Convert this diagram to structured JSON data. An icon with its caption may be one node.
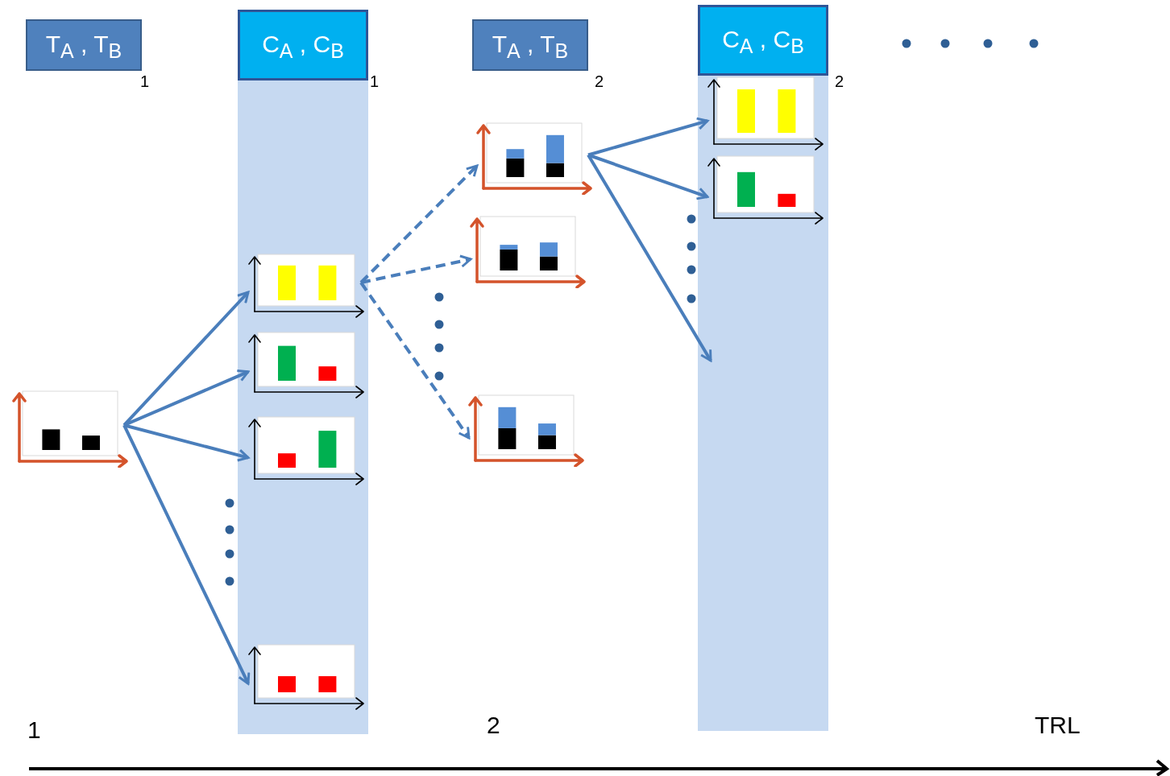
{
  "diagram": {
    "nodes": [
      {
        "text": [
          "T$_{A}$ , T$_{B}$"
        ],
        "beside": [
          "1"
        ]
      },
      {
        "text": [
          "C$_{A}$ , C$_{B}$"
        ],
        "beside": [
          "1"
        ]
      },
      {
        "text": [],
        "shape": "picture",
        "in": 1
      },
      {
        "text": [],
        "shape": "picture",
        "in": 1
      },
      {
        "text": [],
        "shape": "picture",
        "in": 1
      },
      {
        "text": [],
        "shape": "picture",
        "in": 1
      },
      {
        "text": [],
        "shape": "picture"
      },
      {
        "text": [
          "T$_{A}$ , T$_{B}$"
        ],
        "beside": [
          "2"
        ]
      },
      {
        "text": [],
        "shape": "picture"
      },
      {
        "text": [],
        "shape": "picture"
      },
      {
        "text": [],
        "shape": "picture"
      },
      {
        "text": [
          "C$_{A}$ , C$_{B}$"
        ],
        "beside": [
          "2"
        ]
      },
      {
        "text": [],
        "shape": "picture",
        "in": 11
      },
      {
        "text": [],
        "shape": "picture",
        "in": 11
      }
    ],
    "edges": [
      {
        "from": 6,
        "to": 2,
        "arrow": "to"
      },
      {
        "from": 6,
        "to": 3,
        "arrow": "to"
      },
      {
        "from": 6,
        "to": 4,
        "arrow": "to"
      },
      {
        "from": 6,
        "to": 5,
        "arrow": "to"
      },
      {
        "from": 2,
        "to": 8,
        "arrow": "to",
        "style": "dashed"
      },
      {
        "from": 2,
        "to": 9,
        "arrow": "to",
        "style": "dashed"
      },
      {
        "from": 2,
        "to": 10,
        "arrow": "to",
        "style": "dashed"
      },
      {
        "from": 8,
        "to": 12,
        "arrow": "to"
      },
      {
        "from": 8,
        "to": 13,
        "arrow": "to"
      },
      {
        "from": 8,
        "to": 11,
        "arrow": "to"
      }
    ],
    "labels": [
      "1",
      "2",
      "TRL"
    ]
  }
}
